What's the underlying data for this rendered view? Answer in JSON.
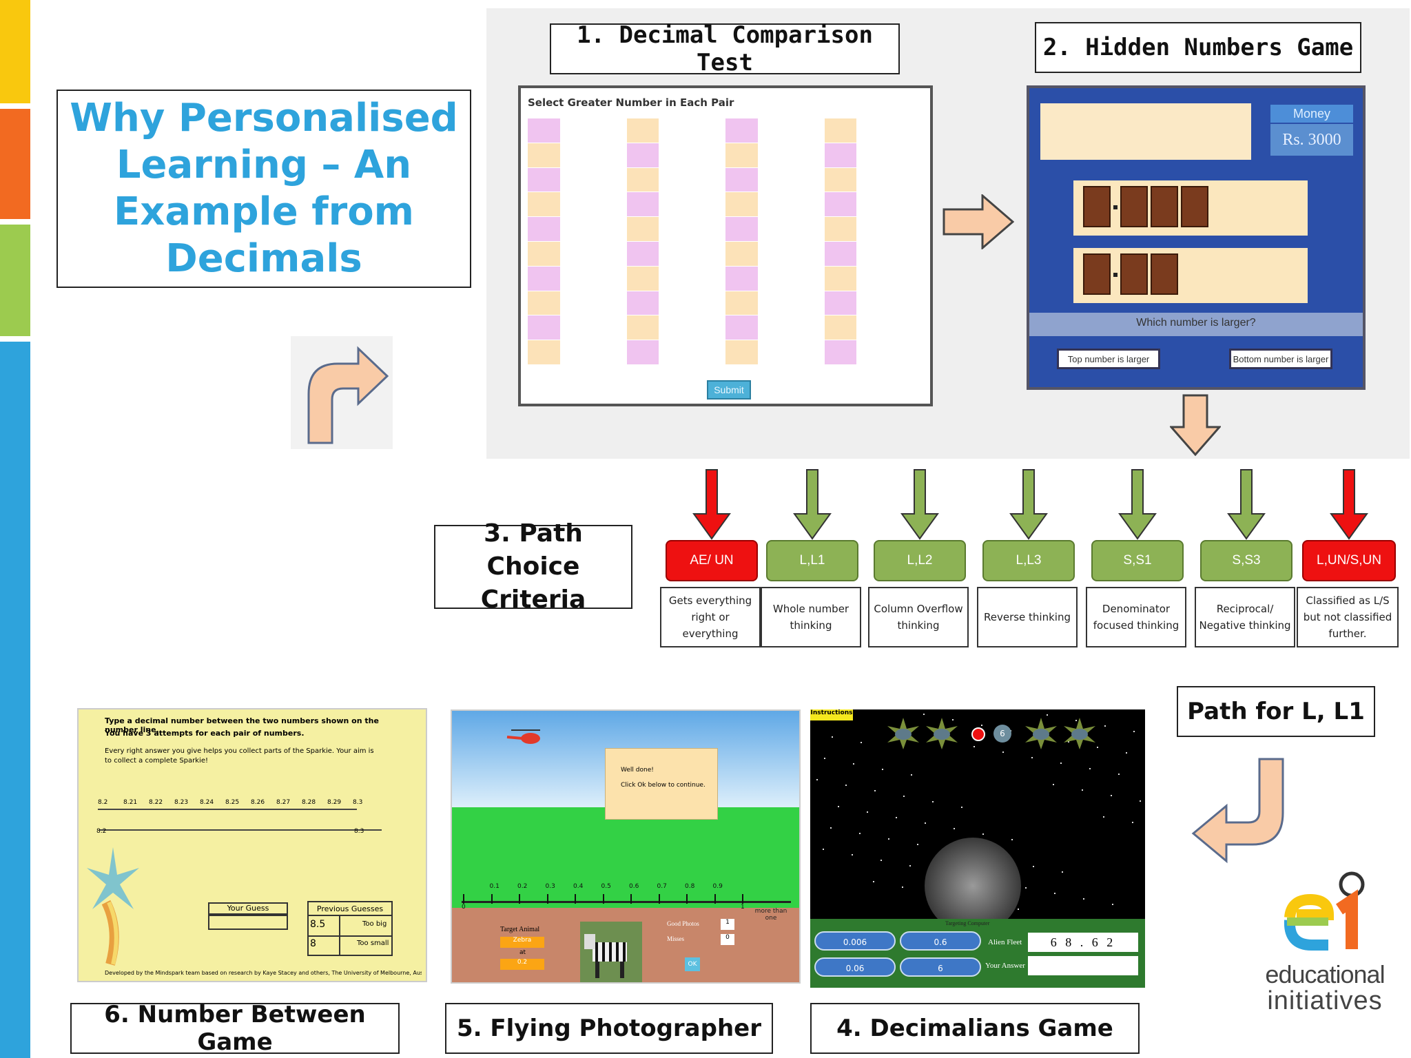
{
  "title": "Why Personalised Learning – An Example from Decimals",
  "step1": {
    "label": "1. Decimal Comparison Test",
    "header": "Select Greater Number in Each Pair",
    "submit": "Submit"
  },
  "step2": {
    "label": "2. Hidden Numbers Game",
    "money_label": "Money",
    "money_value": "Rs. 3000",
    "question": "Which number is larger?",
    "top_button": "Top number is larger",
    "bottom_button": "Bottom number is larger"
  },
  "step3_label": "3. Path Choice Criteria",
  "paths": [
    {
      "code": "AE/ UN",
      "desc": "Gets everything right or everything",
      "color": "#EE1111"
    },
    {
      "code": "L,L1",
      "desc": "Whole number thinking",
      "color": "#8DB255"
    },
    {
      "code": "L,L2",
      "desc": "Column Overflow thinking",
      "color": "#8DB255"
    },
    {
      "code": "L,L3",
      "desc": "Reverse thinking",
      "color": "#8DB255"
    },
    {
      "code": "S,S1",
      "desc": "Denominator focused thinking",
      "color": "#8DB255"
    },
    {
      "code": "S,S3",
      "desc": "Reciprocal/ Negative thinking",
      "color": "#8DB255"
    },
    {
      "code": "L,UN/S,UN",
      "desc": "Classified as L/S but not classified further.",
      "color": "#EE1111"
    }
  ],
  "path_for_label": "Path for L, L1",
  "game6": {
    "label": "6. Number Between Game",
    "line1": "Type a decimal number between the two numbers shown on the number line.",
    "line2": "You have 3 attempts for each pair of numbers.",
    "line3": "Every right answer you give helps you collect parts of the Sparkie. Your aim is to collect a complete Sparkie!",
    "ticks": [
      "8.2",
      "8.21",
      "8.22",
      "8.23",
      "8.24",
      "8.25",
      "8.26",
      "8.27",
      "8.28",
      "8.29",
      "8.3"
    ],
    "line_start": "8.2",
    "line_end": "8.3",
    "your_guess": "Your Guess",
    "previous": "Previous Guesses",
    "guess1": "8.5",
    "result1": "Too big",
    "guess2": "8",
    "result2": "Too small",
    "footer": "Developed by the Mindspark team based on research by Kaye Stacey and others, The University of Melbourne, Australia"
  },
  "game5": {
    "label": "5. Flying Photographer",
    "msg1": "Well done!",
    "msg2": "Click Ok below to continue.",
    "ticks": [
      "0",
      "0.1",
      "0.2",
      "0.3",
      "0.4",
      "0.5",
      "0.6",
      "0.7",
      "0.8",
      "0.9",
      "1"
    ],
    "more": "more than one",
    "target": "Target Animal",
    "animal": "Zebra",
    "at": "at",
    "value": "0.2",
    "good": "Good Photos",
    "good_n": "1",
    "misses": "Misses",
    "misses_n": "0",
    "ok": "OK"
  },
  "game4": {
    "label": "4. Decimalians Game",
    "instructions": "Instructions",
    "targeting": "Targeting Computer",
    "alien_fleet": "Alien Fleet",
    "fleet_value": "6 8 . 6 2",
    "your_answer": "Your Answer",
    "b1": "0.006",
    "b2": "0.6",
    "b3": "0.06",
    "b4": "6",
    "ship_badge": "6"
  },
  "logo": {
    "line1": "educational",
    "line2": "initiatives"
  },
  "colors": {
    "title": "#2EA3DC",
    "arrow_fill": "#F9CBA7",
    "green": "#8DB255",
    "red": "#EE1111"
  }
}
